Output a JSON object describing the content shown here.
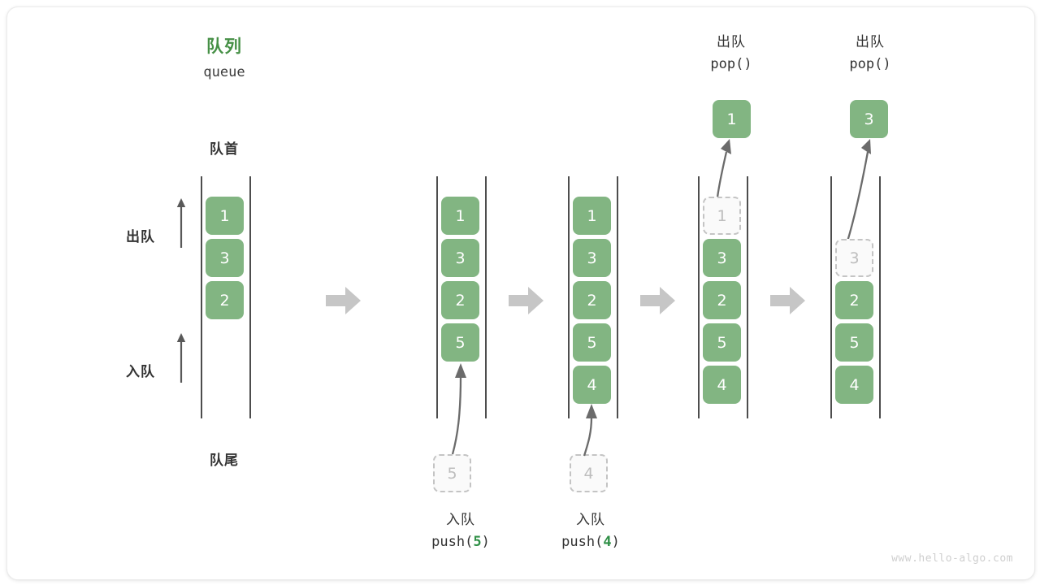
{
  "title": {
    "cn": "队列",
    "en": "queue",
    "accent_color": "#469046"
  },
  "labels": {
    "head": "队首",
    "tail": "队尾",
    "dequeue": "出队",
    "enqueue": "入队"
  },
  "colors": {
    "element_fill": "#82b582",
    "element_text": "#ffffff",
    "ghost_fill": "#fafafa",
    "ghost_border": "#c4c4c4",
    "ghost_text": "#bdbdbd",
    "rail": "#4d4d4d",
    "step_arrow": "#c6c6c6",
    "code_accent": "#2f8f46",
    "text": "#333333"
  },
  "stages": [
    {
      "id": "initial",
      "elements": [
        "1",
        "3",
        "2"
      ],
      "ghost_top": null,
      "ghost_bottom": null,
      "popped": null,
      "caption_cn": null,
      "caption_code": null
    },
    {
      "id": "push-5",
      "elements": [
        "1",
        "3",
        "2",
        "5"
      ],
      "ghost_top": null,
      "ghost_bottom": "5",
      "popped": null,
      "caption_cn": "入队",
      "caption_code_prefix": "push(",
      "caption_code_value": "5",
      "caption_code_suffix": ")"
    },
    {
      "id": "push-4",
      "elements": [
        "1",
        "3",
        "2",
        "5",
        "4"
      ],
      "ghost_top": null,
      "ghost_bottom": "4",
      "popped": null,
      "caption_cn": "入队",
      "caption_code_prefix": "push(",
      "caption_code_value": "4",
      "caption_code_suffix": ")"
    },
    {
      "id": "pop-1",
      "elements": [
        "3",
        "2",
        "5",
        "4"
      ],
      "ghost_top": "1",
      "ghost_bottom": null,
      "popped": "1",
      "pop_caption_cn": "出队",
      "pop_caption_code": "pop()"
    },
    {
      "id": "pop-3",
      "elements": [
        "2",
        "5",
        "4"
      ],
      "ghost_top": "3",
      "ghost_bottom": null,
      "popped": "3",
      "pop_caption_cn": "出队",
      "pop_caption_code": "pop()"
    }
  ],
  "step_arrows": 4,
  "watermark": "www.hello-algo.com"
}
